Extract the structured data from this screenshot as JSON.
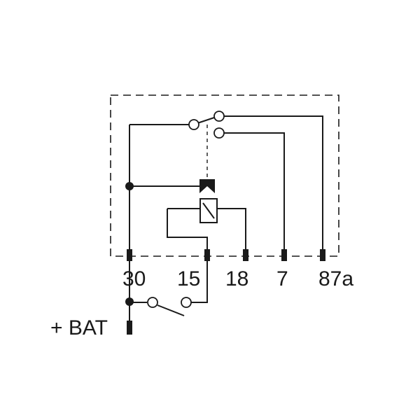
{
  "terminals": {
    "t30": "30",
    "t15": "15",
    "t18": "18",
    "t7": "7",
    "t87a": "87a"
  },
  "supply": {
    "label": "+ BAT"
  }
}
